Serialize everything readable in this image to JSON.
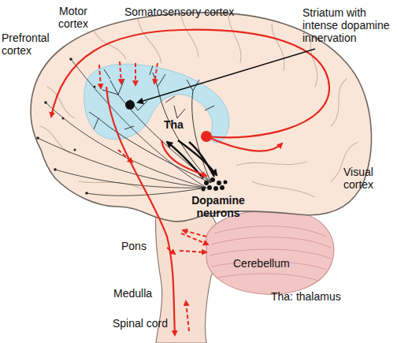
{
  "diagram": {
    "labels": [
      "Motor cortex",
      "Somatosensory cortex",
      "Prefrontal cortex",
      "Striatum with intense dopamine innervation",
      "Tha",
      "Dopamine neurons",
      "Visual cortex",
      "Pons",
      "Cerebellum",
      "Medulla",
      "Spinal cord",
      "Tha: thalamus"
    ]
  }
}
